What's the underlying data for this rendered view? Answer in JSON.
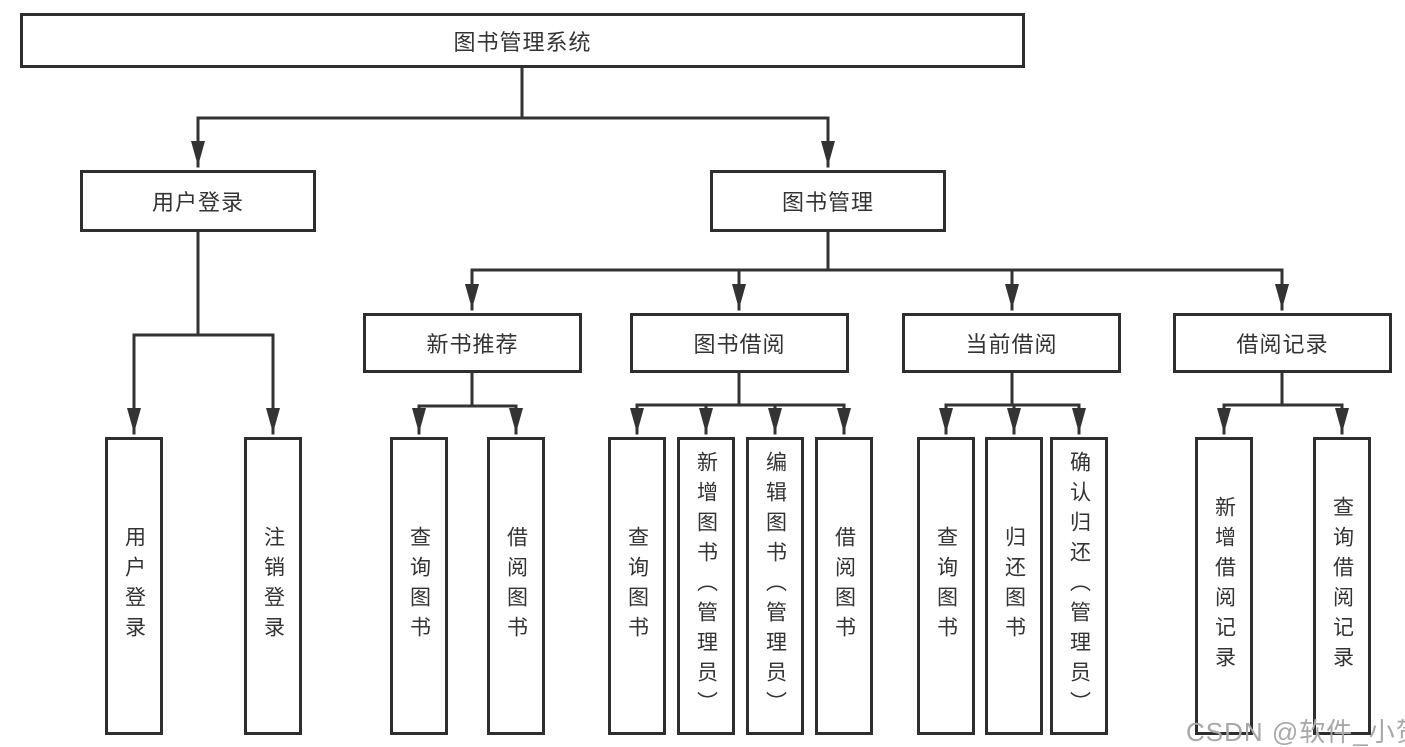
{
  "tree": {
    "root": {
      "label": "图书管理系统",
      "children": [
        {
          "label": "用户登录",
          "children": [
            {
              "label": "用户登录"
            },
            {
              "label": "注销登录"
            }
          ]
        },
        {
          "label": "图书管理",
          "children": [
            {
              "label": "新书推荐",
              "children": [
                {
                  "label": "查询图书"
                },
                {
                  "label": "借阅图书"
                }
              ]
            },
            {
              "label": "图书借阅",
              "children": [
                {
                  "label": "查询图书"
                },
                {
                  "label": "新增图书（管理员）"
                },
                {
                  "label": "编辑图书（管理员）"
                },
                {
                  "label": "借阅图书"
                }
              ]
            },
            {
              "label": "当前借阅",
              "children": [
                {
                  "label": "查询图书"
                },
                {
                  "label": "归还图书"
                },
                {
                  "label": "确认归还（管理员）"
                }
              ]
            },
            {
              "label": "借阅记录",
              "children": [
                {
                  "label": "新增借阅记录"
                },
                {
                  "label": "查询借阅记录"
                }
              ]
            }
          ]
        }
      ]
    }
  },
  "watermark": {
    "text": "CSDN @软件_小贺同学",
    "color": "#a8a8a8"
  },
  "colors": {
    "line": "#333333",
    "border": "#2e2e2e",
    "text": "#333333",
    "background": "#ffffff"
  }
}
